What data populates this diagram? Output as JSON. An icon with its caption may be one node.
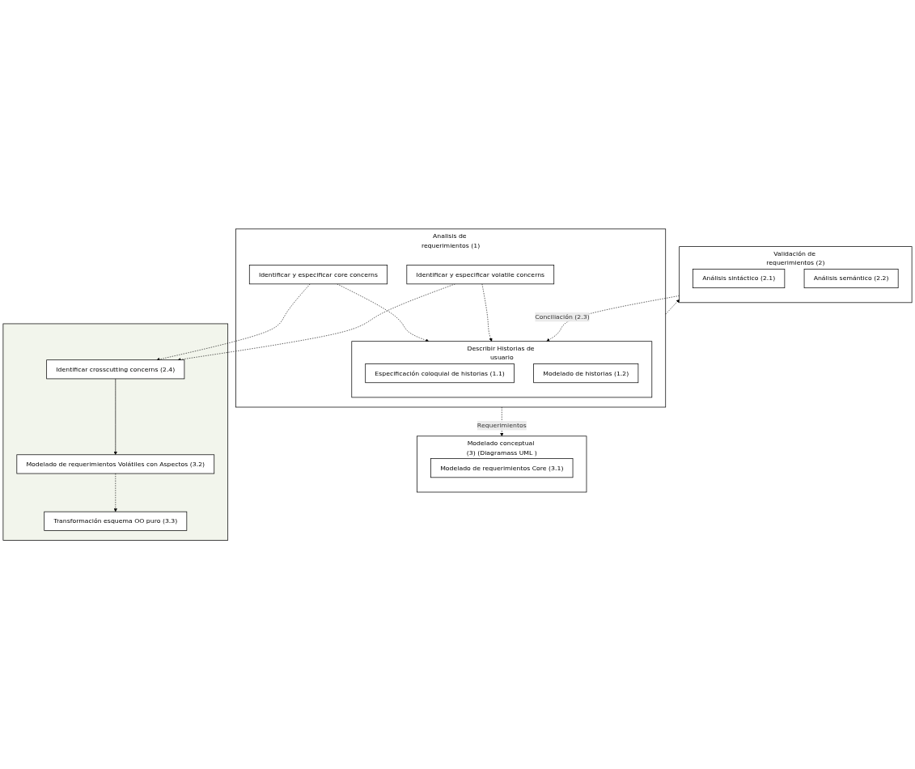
{
  "diagram": {
    "nodes": [
      {
        "text": [
          "Analisis de requerimientos (1)"
        ]
      },
      {
        "text": [
          "Identificar y especificar core concerns"
        ],
        "in": 0
      },
      {
        "text": [
          "Identificar y especificar volatile concerns"
        ],
        "in": 0
      },
      {
        "text": [
          "Describir Historias de usuario"
        ],
        "in": 0
      },
      {
        "text": [
          "Especificación coloquial de historias (1.1)"
        ],
        "in": 3
      },
      {
        "text": [
          "Modelado de historias (1.2)"
        ],
        "in": 3
      },
      {
        "text": [
          "Validación de requerimientos (2)"
        ]
      },
      {
        "text": [
          "Análisis sintáctico (2.1)"
        ],
        "in": 6
      },
      {
        "text": [
          "Análisis semántico (2.2)"
        ],
        "in": 6
      },
      {
        "text": [
          "Modelado conceptual (3) (Diagramass UML )"
        ]
      },
      {
        "text": [],
        "shape": "box"
      },
      {
        "text": [
          "Identificar crosscutting concerns (2.4)"
        ],
        "in": 10
      },
      {
        "text": [
          "Modelado de requerimientos Core (3.1)"
        ],
        "in": 9
      },
      {
        "text": [
          "Modelado de requerimientos Volátiles con Aspectos (3.2)"
        ],
        "in": 10
      },
      {
        "text": [
          "Transformación esquema OO puro (3.3)"
        ],
        "in": 10
      }
    ],
    "edges": [
      {
        "from": 1,
        "to": 3,
        "arrow": "to",
        "style": "dashed"
      },
      {
        "from": 2,
        "to": 3,
        "arrow": "to",
        "style": "dashed"
      },
      {
        "from": 0,
        "to": 6,
        "arrow": "to",
        "style": "dashed"
      },
      {
        "from": 6,
        "to": 3,
        "arrow": "to",
        "style": "dashed",
        "label": "Conciliación (2.3)"
      },
      {
        "from": 0,
        "to": 9,
        "arrow": "to",
        "style": "dashed",
        "label": "Requerimientos"
      },
      {
        "from": 1,
        "to": 11,
        "arrow": "to",
        "style": "dashed"
      },
      {
        "from": 2,
        "to": 11,
        "arrow": "to",
        "style": "dashed"
      },
      {
        "from": 11,
        "to": 13,
        "arrow": "to"
      },
      {
        "from": 13,
        "to": 14,
        "arrow": "to",
        "style": "dashed"
      }
    ]
  }
}
